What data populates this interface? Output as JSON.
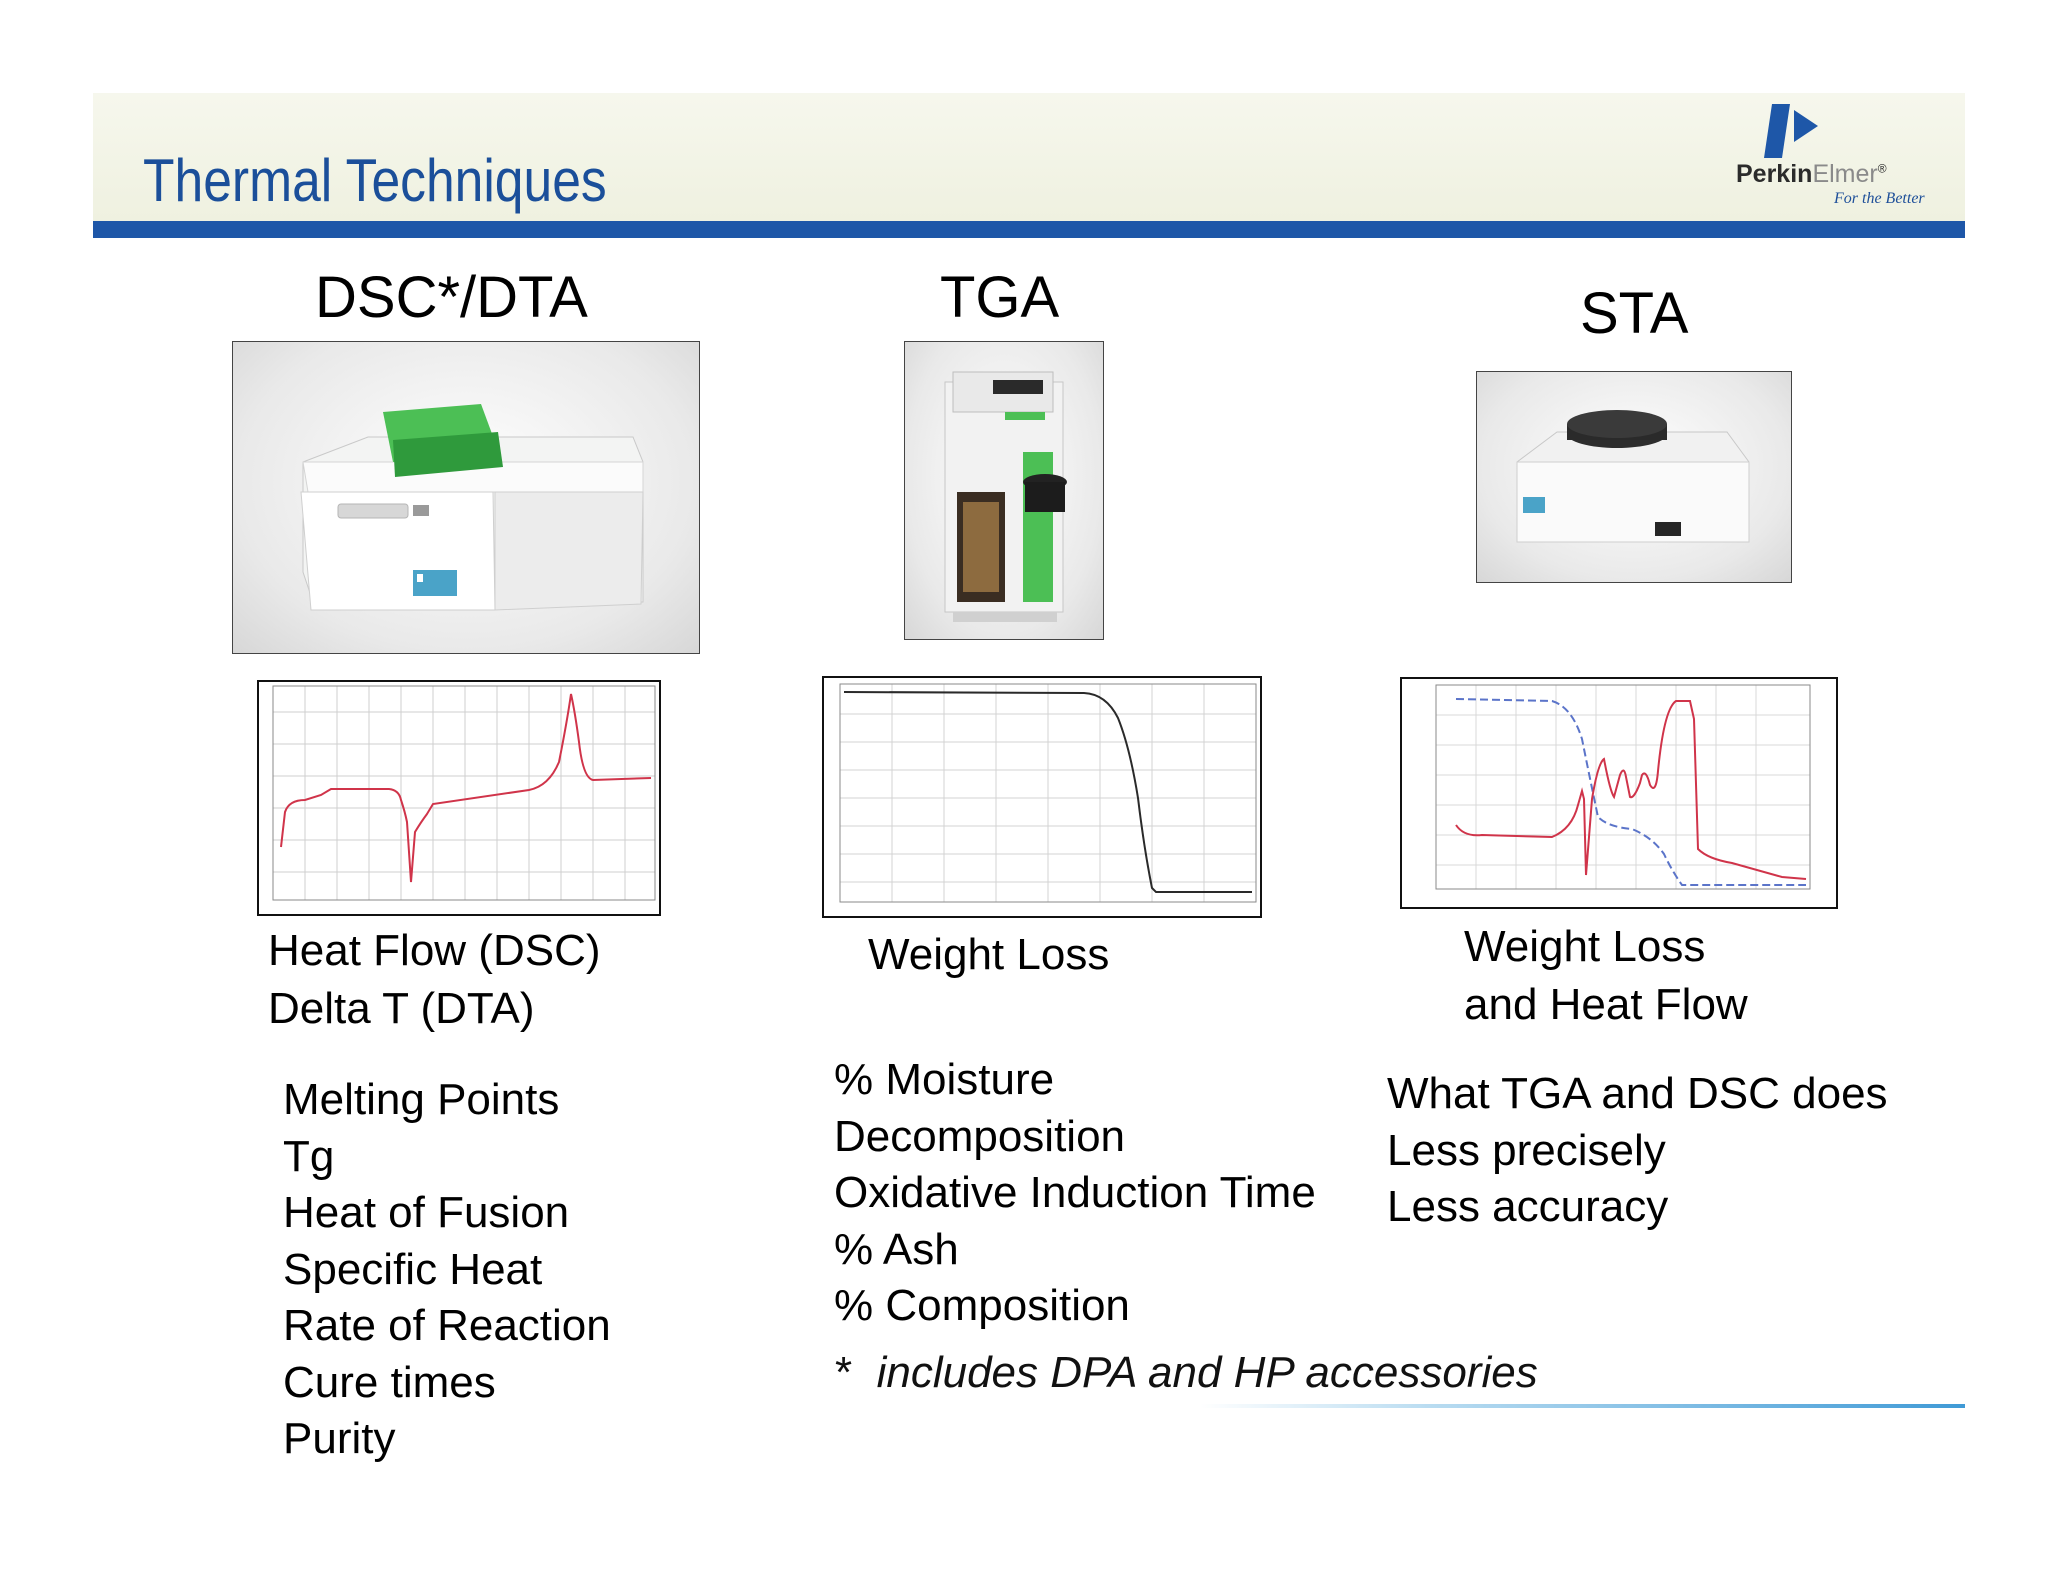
{
  "header": {
    "title": "Thermal Techniques",
    "logo_word_bold": "Perkin",
    "logo_word_light": "Elmer",
    "logo_mark": "®",
    "logo_tagline": "For the Better"
  },
  "columns": [
    {
      "heading": "DSC*/DTA",
      "caption_lines": [
        "Heat Flow (DSC)",
        "Delta T (DTA)"
      ],
      "items": [
        "Melting Points",
        "Tg",
        "Heat of Fusion",
        "Specific Heat",
        "Rate of Reaction",
        "Cure times",
        "Purity"
      ]
    },
    {
      "heading": "TGA",
      "caption_lines": [
        "Weight  Loss"
      ],
      "items": [
        "% Moisture",
        "Decomposition",
        "Oxidative Induction Time",
        "% Ash",
        "% Composition"
      ]
    },
    {
      "heading": "STA",
      "caption_lines": [
        "Weight  Loss",
        "and Heat Flow"
      ],
      "items": [
        "What TGA and DSC does",
        "Less precisely",
        "Less accuracy"
      ]
    }
  ],
  "footnote": {
    "marker": "*",
    "text": "includes DPA and HP accessories"
  },
  "colors": {
    "title_blue": "#1b4f9a",
    "header_bar": "#1e57a8",
    "dsc_green": "#3fb54a",
    "curve_red": "#d0344a",
    "curve_blue": "#5b74c9"
  }
}
